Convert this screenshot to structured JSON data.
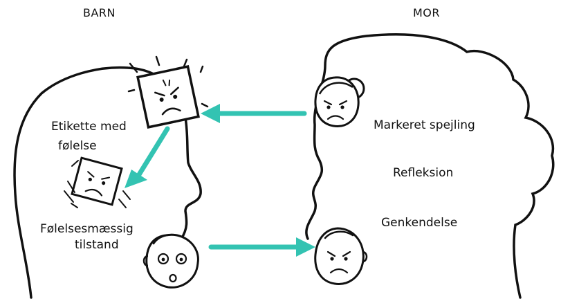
{
  "columns": {
    "child": "BARN",
    "mother": "MOR"
  },
  "child_labels": {
    "emotion_label_line1": "Etikette med",
    "emotion_label_line2": "følelse",
    "emotional_state_line1": "Følelsesmæssig",
    "emotional_state_line2": "tilstand"
  },
  "mother_labels": {
    "marked_mirroring": "Markeret spejling",
    "reflection": "Refleksion",
    "recognition": "Genkendelse"
  },
  "colors": {
    "arrow": "#33c3b2",
    "outline": "#111111",
    "background": "#ffffff"
  }
}
